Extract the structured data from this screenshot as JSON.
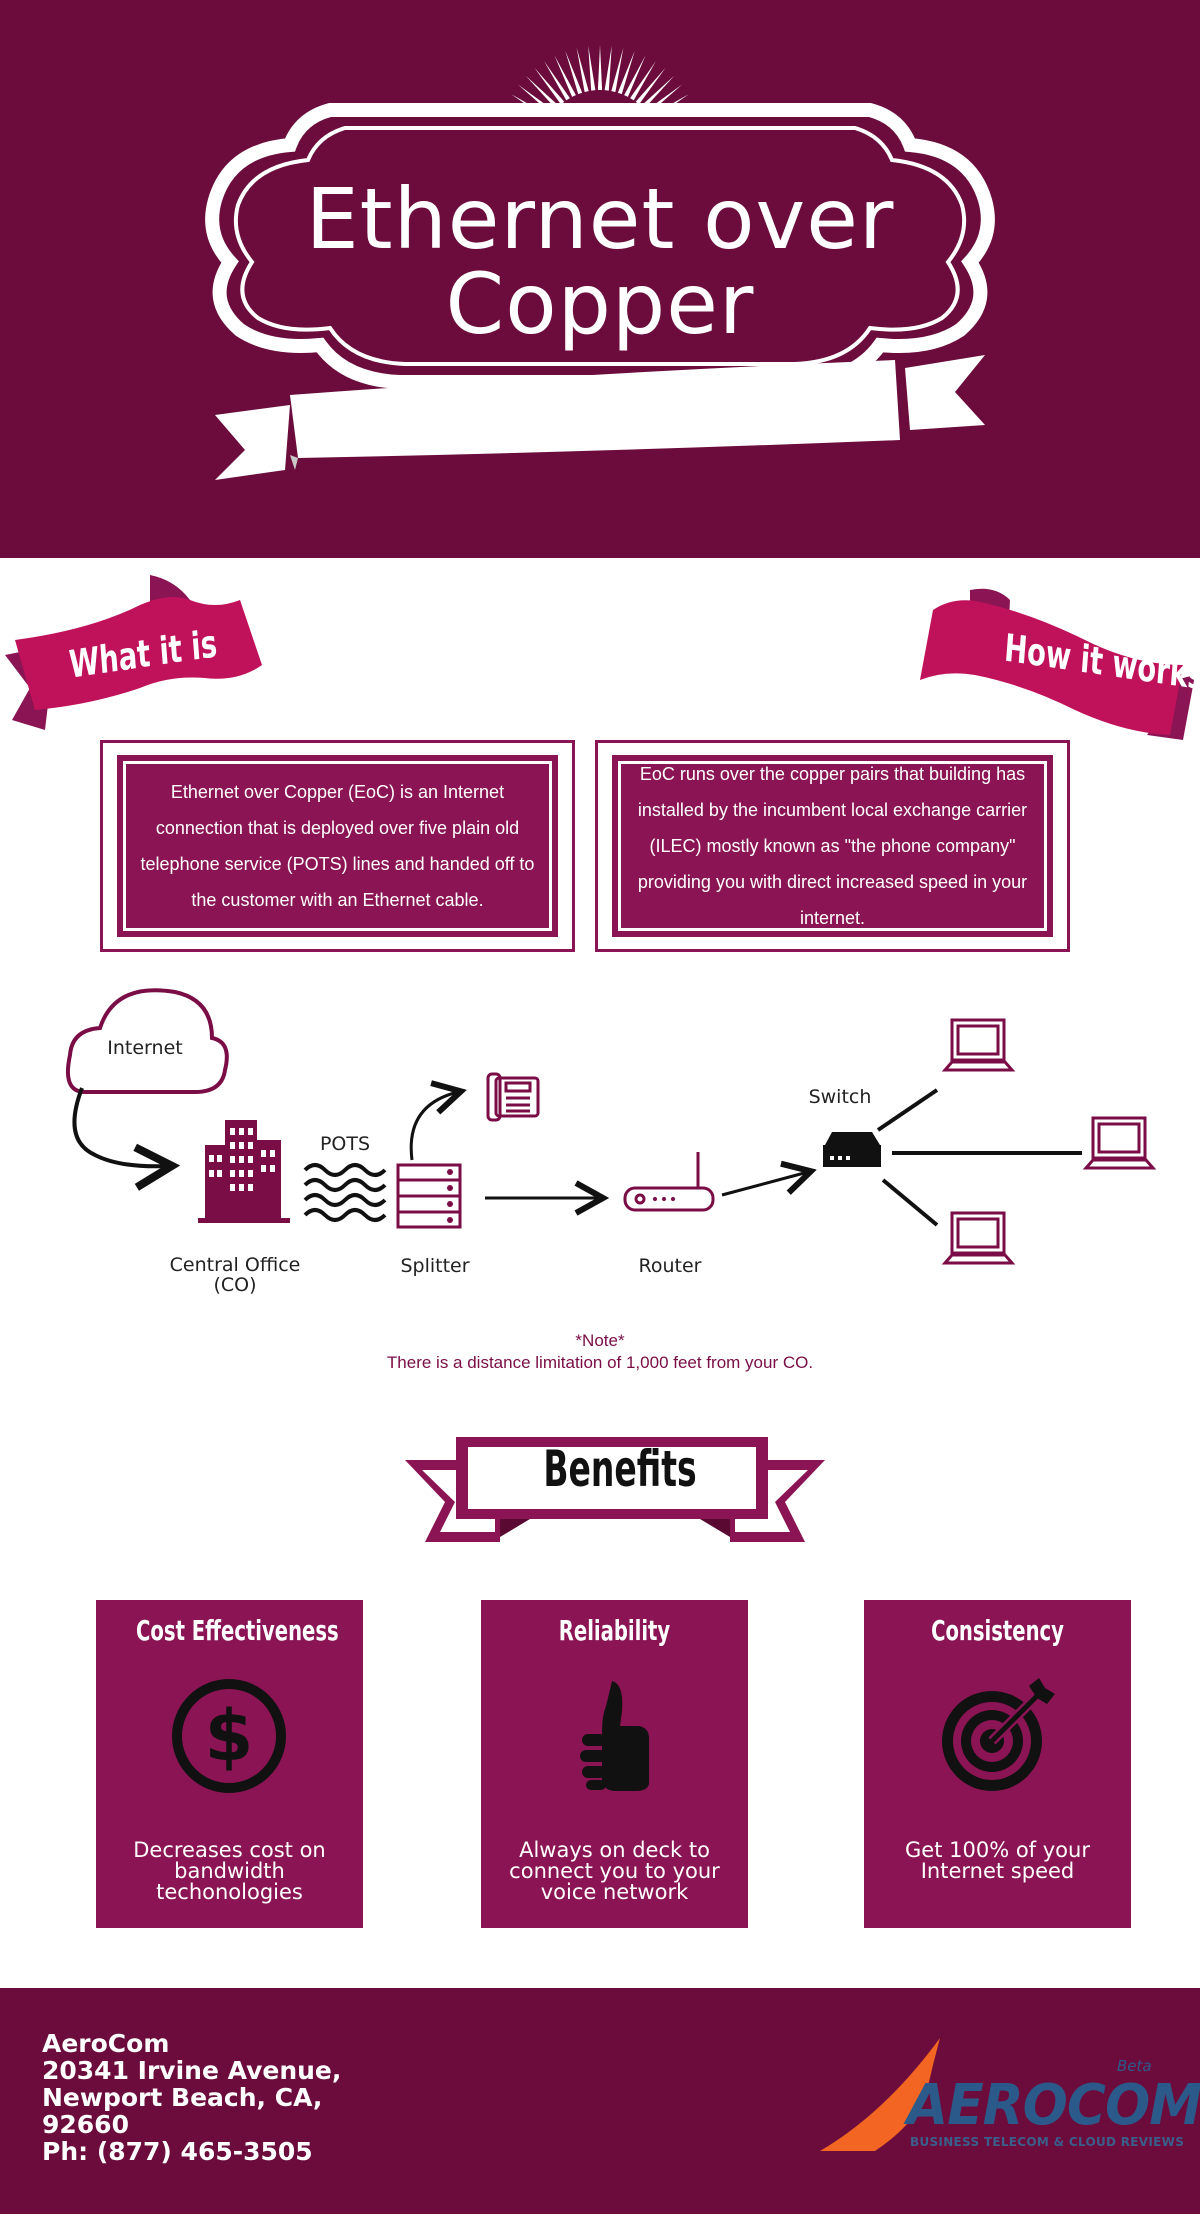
{
  "header": {
    "title_line_1": "Ethernet over",
    "title_line_2": "Copper"
  },
  "sections": {
    "what_it_is": {
      "label": "What it is",
      "text": "Ethernet over Copper (EoC) is an Internet connection that is deployed over five plain old telephone service (POTS) lines and handed off to the customer with an Ethernet cable."
    },
    "how_it_works": {
      "label": "How it works",
      "text": "EoC runs over the copper pairs that building has installed by the incumbent local exchange carrier  (ILEC) mostly known as  \"the phone company\" providing you with direct increased speed in your internet."
    }
  },
  "diagram": {
    "internet": "Internet",
    "pots": "POTS",
    "central_office": "Central Office",
    "central_office_abbr": "(CO)",
    "splitter": "Splitter",
    "router": "Router",
    "switch": "Switch"
  },
  "note": {
    "heading": "*Note*",
    "text": "There is a distance limitation of 1,000 feet from your CO."
  },
  "benefits": {
    "title": "Benefits",
    "cards": [
      {
        "title": "Cost Effectiveness",
        "icon": "dollar-icon",
        "text": "Decreases cost on bandwidth techonologies"
      },
      {
        "title": "Reliability",
        "icon": "thumbs-up-icon",
        "text": "Always on deck to connect you to your voice network"
      },
      {
        "title": "Consistency",
        "icon": "target-icon",
        "text": "Get 100% of your Internet speed"
      }
    ]
  },
  "footer": {
    "company": "AeroCom",
    "street": "20341 Irvine Avenue,",
    "city": "Newport Beach, CA,",
    "zip": "92660",
    "phone": "Ph: (877) 465-3505",
    "logo_word": "AEROCOM",
    "logo_beta": "Beta",
    "logo_tagline": "BUSINESS TELECOM & CLOUD REVIEWS"
  },
  "colors": {
    "primary": "#6b0c3c",
    "accent": "#8b1454",
    "banner": "#c0125a",
    "logo_orange": "#f26522",
    "logo_blue": "#2b5a8a"
  }
}
